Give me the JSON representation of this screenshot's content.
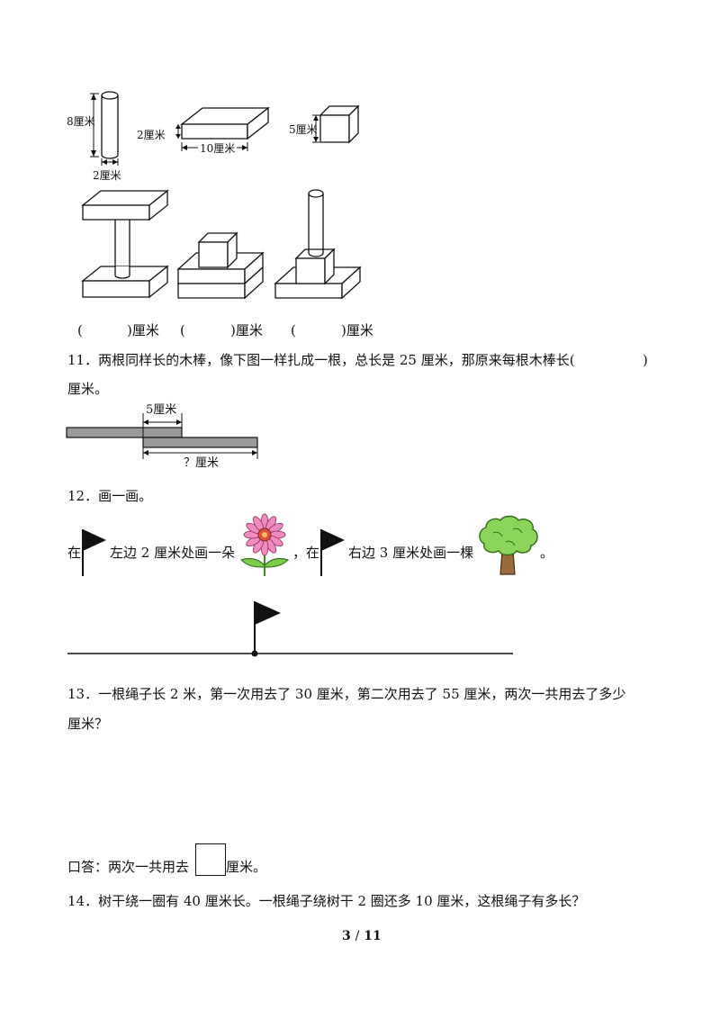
{
  "figures_top": {
    "cylinder": {
      "height_label": "8厘米",
      "width_label": "2厘米"
    },
    "slab": {
      "height_label": "2厘米",
      "length_label": "10厘米"
    },
    "cube": {
      "side_label": "5厘米"
    },
    "answer_blanks": [
      {
        "open": "(",
        "close": ")厘米"
      },
      {
        "open": "(",
        "close": ")厘米"
      },
      {
        "open": "(",
        "close": ")厘米"
      }
    ]
  },
  "q11": {
    "line1": "11．两根同样长的木棒，像下图一样扎成一根，总长是 25 厘米，那原来每根木棒长(",
    "line1_close": ")",
    "line2": "厘米。",
    "overlap_label": "5厘米",
    "unknown_label": "？厘米"
  },
  "q12": {
    "title": "12．画一画。",
    "t1": "在",
    "t2": "左边 2 厘米处画一朵",
    "t3": "，在",
    "t4": "右边 3 厘米处画一棵",
    "t5": "。"
  },
  "q13": {
    "line1": "13．一根绳子长 2 米，第一次用去了 30 厘米，第二次用去了 55 厘米，两次一共用去了多少",
    "line2": "厘米？",
    "answer_prefix": "口答：两次一共用去",
    "answer_suffix": "厘米。"
  },
  "q14": {
    "line1": "14．树干绕一圈有 40 厘米长。一根绳子绕树干 2 圈还多 10 厘米，这根绳子有多长？"
  },
  "footer": {
    "page": "3",
    "sep": "/",
    "total": "11"
  },
  "colors": {
    "bar_fill": "#9a9a9a",
    "petal": "#f08ac0",
    "flower_center": "#e0503c",
    "leaf": "#7ccd4a",
    "canopy": "#8cd55a",
    "trunk": "#9c6a3c"
  }
}
